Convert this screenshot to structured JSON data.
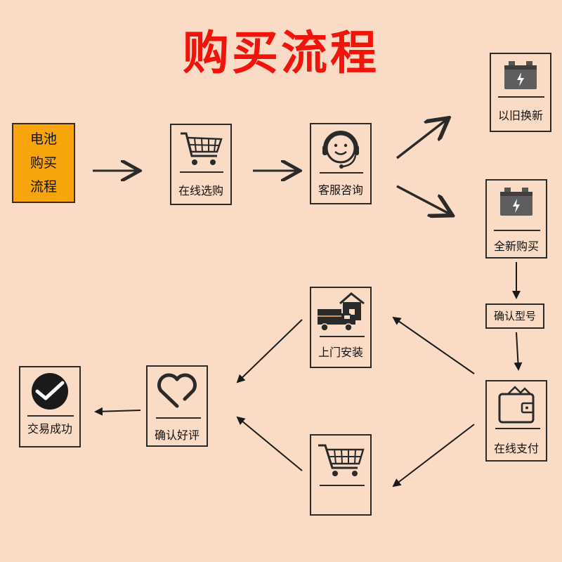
{
  "title": "购买流程",
  "start": {
    "lines": [
      "电池",
      "购买",
      "流程"
    ]
  },
  "cards": {
    "online_select": {
      "label": "在线选购",
      "icon": "shopping-cart-icon"
    },
    "customer_service": {
      "label": "客服咨询",
      "icon": "headset-smiley-icon"
    },
    "trade_in": {
      "label": "以旧换新",
      "icon": "battery-icon"
    },
    "new_purchase": {
      "label": "全新购买",
      "icon": "battery-icon"
    },
    "online_pay": {
      "label": "在线支付",
      "icon": "wallet-icon"
    },
    "home_install": {
      "label": "上门安装",
      "icon": "delivery-truck-house-icon"
    },
    "cart_pickup": {
      "label": "",
      "icon": "shopping-cart-icon"
    },
    "confirm_review": {
      "label": "确认好评",
      "icon": "heart-icon"
    },
    "done": {
      "label": "交易成功",
      "icon": "check-circle-icon"
    }
  },
  "confirm_model": {
    "label": "确认型号"
  },
  "colors": {
    "background": "#fadcc6",
    "title": "#f0140a",
    "start_fill": "#f7a50a",
    "ink": "#2a2a2a"
  }
}
